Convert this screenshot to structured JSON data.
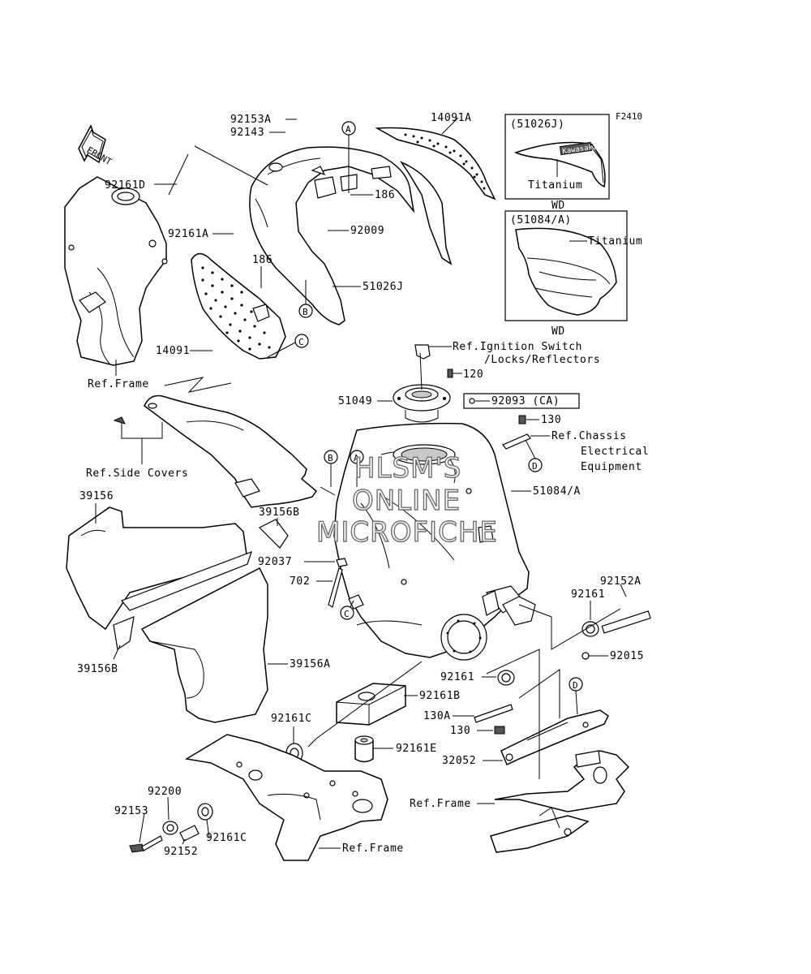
{
  "figure_code": "F2410",
  "front_label": "FRONT",
  "watermark": [
    "HLSM'S",
    "ONLINE",
    "MICROFICHE"
  ],
  "ref_markers": [
    "A",
    "B",
    "C",
    "D"
  ],
  "parts": {
    "p92153A": "92153A",
    "p92143": "92143",
    "p92161D": "92161D",
    "p92161A": "92161A",
    "p186a": "186",
    "p92009": "92009",
    "p186b": "186",
    "p14091": "14091",
    "p14091A": "14091A",
    "p51026J": "51026J",
    "p120": "120",
    "p51049": "51049",
    "p92093": "92093  (CA)",
    "p130a": "130",
    "p51084A": "51084/A",
    "p39156": "39156",
    "p39156B_top": "39156B",
    "p39156B_bot": "39156B",
    "p39156A": "39156A",
    "p92037": "92037",
    "p702": "702",
    "p92152A": "92152A",
    "p92161_top": "92161",
    "p92015": "92015",
    "p92161_mid": "92161",
    "p92161B": "92161B",
    "p130A": "130A",
    "p130b": "130",
    "p32052": "32052",
    "p92161C_a": "92161C",
    "p92161E": "92161E",
    "p92200": "92200",
    "p92153": "92153",
    "p92152": "92152",
    "p92161C_b": "92161C"
  },
  "refs": {
    "frame_left": "Ref.Frame",
    "side_covers": "Ref.Side Covers",
    "ignition_1": "Ref.Ignition Switch",
    "ignition_2": "/Locks/Reflectors",
    "chassis_1": "Ref.Chassis",
    "chassis_2": "Electrical",
    "chassis_3": "Equipment",
    "frame_right": "Ref.Frame",
    "frame_bottom": "Ref.Frame"
  },
  "insets": {
    "top": {
      "code": "(51026J)",
      "logo": "Kawasaki",
      "label": "Titanium",
      "variant": "WD"
    },
    "bottom": {
      "code": "(51084/A)",
      "label": "Titanium",
      "variant": "WD"
    }
  }
}
